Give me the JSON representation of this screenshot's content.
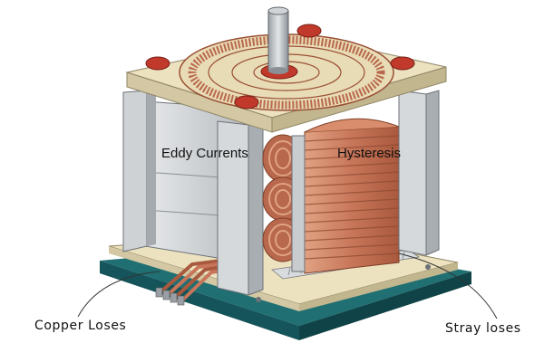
{
  "labels": {
    "eddy_currents": "Eddy Currents",
    "hysteresis": "Hysteresis",
    "copper_losses": "Copper Loses",
    "stray_losses": "Stray loses"
  },
  "colors": {
    "copper": "#c8765a",
    "copper_dark": "#9a4f35",
    "base_plate": "#1f6f73",
    "cream_plate": "#ece2c0",
    "steel_gray": "#c9cccf",
    "bolt_red": "#c0392b"
  }
}
